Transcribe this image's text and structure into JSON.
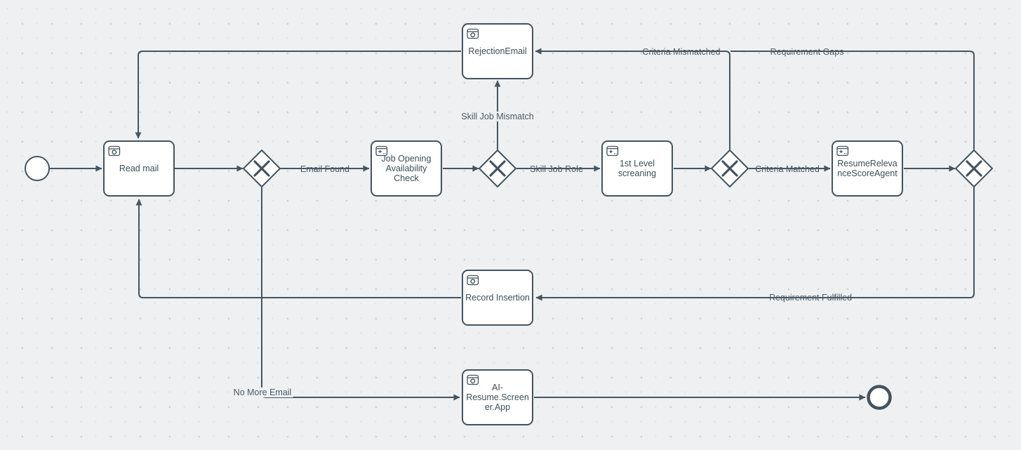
{
  "diagram": {
    "type": "bpmn-workflow",
    "colors": {
      "canvas": "#eef0f2",
      "stroke": "#46555f",
      "node_fill": "#ffffff",
      "text": "#3f4e58"
    },
    "events": {
      "start": {
        "type": "start-event"
      },
      "end": {
        "type": "end-event"
      }
    },
    "gateways": [
      {
        "id": "gateway-email",
        "type": "exclusive-x"
      },
      {
        "id": "gateway-skill",
        "type": "exclusive-x"
      },
      {
        "id": "gateway-criteria",
        "type": "exclusive-x"
      },
      {
        "id": "gateway-final",
        "type": "exclusive-x"
      }
    ],
    "tasks": [
      {
        "id": "read-mail",
        "label": "Read mail",
        "icon": "service-gear-icon"
      },
      {
        "id": "job-opening-check",
        "label": "Job Opening Availability Check",
        "icon": "window-plus-icon"
      },
      {
        "id": "first-level-screening",
        "label": "1st Level screaning",
        "icon": "window-plus-icon"
      },
      {
        "id": "resume-relevance-agent",
        "label": "ResumeRelevanceScoreAgent",
        "icon": "window-plus-icon"
      },
      {
        "id": "rejection-email",
        "label": "RejectionEmail",
        "icon": "service-gear-icon"
      },
      {
        "id": "record-insertion",
        "label": "Record Insertion",
        "icon": "service-gear-icon"
      },
      {
        "id": "ai-resume-screener-app",
        "label": "AI-Resume.Screener.App",
        "icon": "service-gear-icon"
      }
    ],
    "flow_labels": {
      "email_found": "Email Found",
      "skill_job_role": "Skill Job Role",
      "skill_job_mismatch": "Skill Job Mismatch",
      "criteria_matched": "Criteria Matched",
      "criteria_mismatched": "Criteria Mismatched",
      "requirement_gaps": "Requirement Gaps",
      "requirement_fulfilled": "Requirement Fulfilled",
      "no_more_email": "No More Email"
    }
  }
}
